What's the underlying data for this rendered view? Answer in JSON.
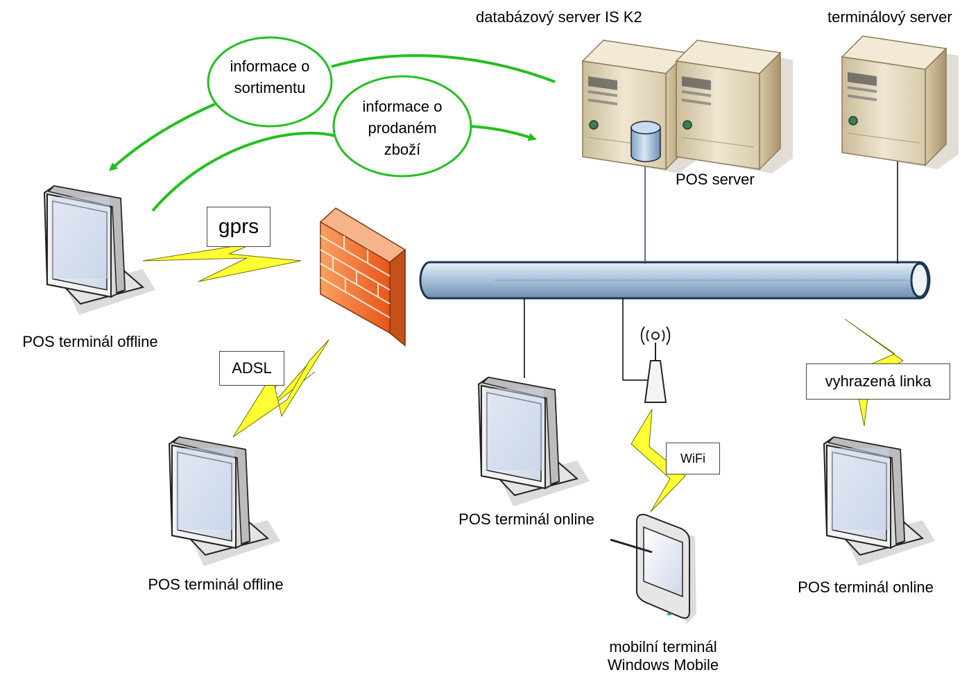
{
  "nodes": {
    "db_server": "databázový server IS K2",
    "terminal_server": "terminálový server",
    "pos_server": "POS server",
    "pos_offline_gprs": "POS terminál offline",
    "pos_offline_adsl": "POS terminál offline",
    "pos_online_lan": "POS terminál online",
    "pos_online_leased": "POS terminál online",
    "mobile_line1": "mobilní terminál",
    "mobile_line2": "Windows Mobile"
  },
  "links": {
    "gprs": "gprs",
    "adsl": "ADSL",
    "wifi": "WiFi",
    "leased": "vyhrazená linka"
  },
  "flows": {
    "assortment": [
      "informace o",
      "sortimentu"
    ],
    "sold_goods": [
      "informace o",
      "prodaném",
      "zboží"
    ]
  },
  "colors": {
    "flow_arrow": "#22c01e",
    "lightning": "#ffff33",
    "firewall": "#f26a22",
    "backbone": "#aec6de",
    "server_body": "#d8ccb0"
  },
  "icons": [
    "monitor-icon",
    "server-icon",
    "database-icon",
    "firewall-icon",
    "antenna-icon",
    "pda-icon",
    "lightning-icon",
    "backbone-pipe-icon"
  ]
}
